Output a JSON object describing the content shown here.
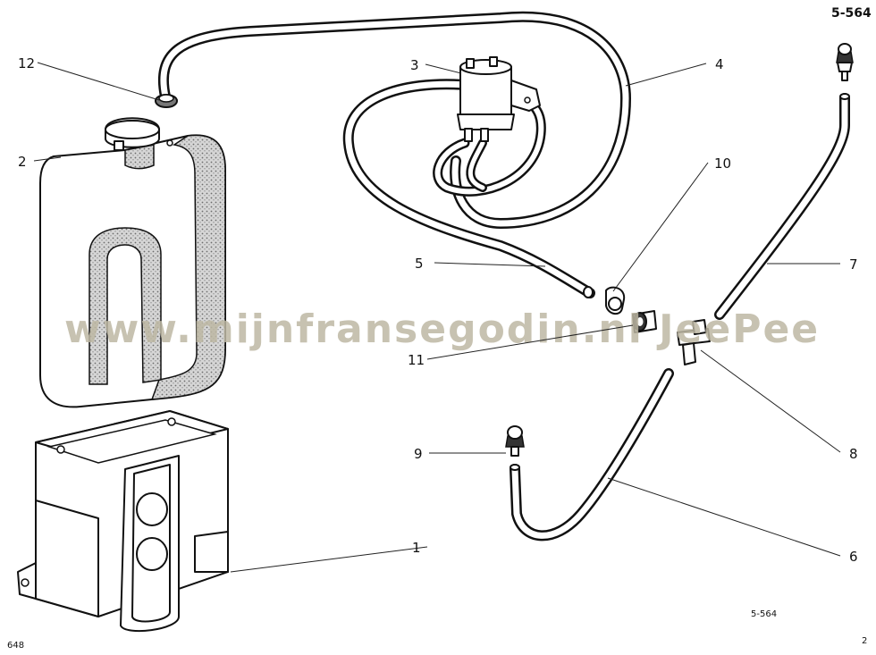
{
  "sheet": {
    "code_top": "5-564",
    "code_bottom": "5-564",
    "page_left": "648",
    "page_right": "2"
  },
  "watermark": "www.mijnfransegodin.nl JeePee",
  "callouts": [
    {
      "id": "c12",
      "num": "12"
    },
    {
      "id": "c2",
      "num": "2"
    },
    {
      "id": "c3",
      "num": "3"
    },
    {
      "id": "c4",
      "num": "4"
    },
    {
      "id": "c10",
      "num": "10"
    },
    {
      "id": "c5",
      "num": "5"
    },
    {
      "id": "c7",
      "num": "7"
    },
    {
      "id": "c11",
      "num": "11"
    },
    {
      "id": "c8",
      "num": "8"
    },
    {
      "id": "c9",
      "num": "9"
    },
    {
      "id": "c1",
      "num": "1"
    },
    {
      "id": "c6",
      "num": "6"
    }
  ]
}
